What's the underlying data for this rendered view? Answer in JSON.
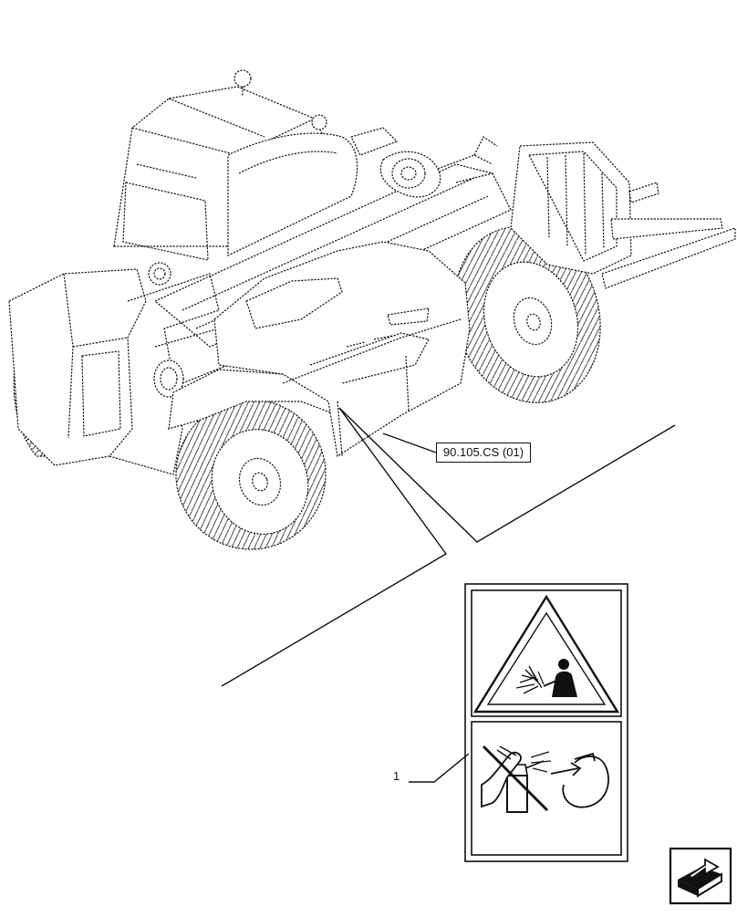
{
  "diagram": {
    "reference_label": "90.105.CS (01)",
    "callout_number": "1"
  },
  "icons": {
    "vehicle": "telehandler-drawing",
    "decal": "hazard-decal-icon",
    "warning": "explosion-warning-icon",
    "prohibition": "no-touch-extinguisher-icon",
    "rotate": "rotate-arrow-icon",
    "navigation": "next-page-icon"
  },
  "colors": {
    "line": "#111111",
    "background": "#ffffff"
  }
}
